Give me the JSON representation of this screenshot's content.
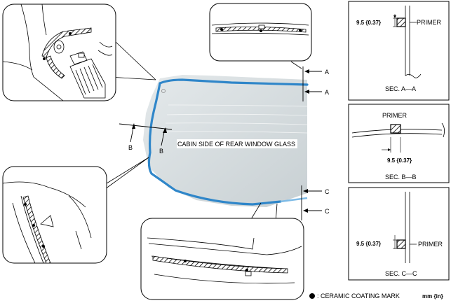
{
  "labels": {
    "cabin_side": "CABIN SIDE OF REAR WINDOW GLASS",
    "a_top": "A",
    "a_bottom": "A",
    "b_left": "B",
    "b_right": "B",
    "c_top": "C",
    "c_bottom": "C"
  },
  "sections": {
    "a": {
      "title": "SEC. A—A",
      "dim": "9.5 {0.37}",
      "primer": "PRIMER"
    },
    "b": {
      "title": "SEC. B—B",
      "dim": "9.5 {0.37}",
      "primer": "PRIMER"
    },
    "c": {
      "title": "SEC. C—C",
      "dim": "9.5 {0.37}",
      "primer": "PRIMER"
    }
  },
  "legend": {
    "ceramic_mark": ": CERAMIC COATING MARK",
    "units": "mm {in}"
  },
  "colors": {
    "glass": "#d3dadd",
    "primer_line": "#2f86c9",
    "outline": "#000000"
  }
}
